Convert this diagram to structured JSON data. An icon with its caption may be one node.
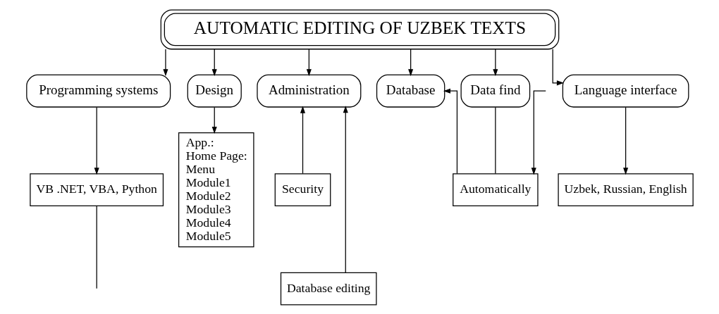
{
  "diagram": {
    "nodes": [
      {
        "text": [
          "AUTOMATIC EDITING OF UZBEK TEXTS"
        ]
      },
      {
        "text": [
          "Programming systems"
        ]
      },
      {
        "text": [
          "Design"
        ]
      },
      {
        "text": [
          "Administration"
        ]
      },
      {
        "text": [
          "Database"
        ]
      },
      {
        "text": [
          "Data find"
        ]
      },
      {
        "text": [
          "Language interface"
        ]
      },
      {
        "text": [
          "VB .NET, VBA, Python"
        ]
      },
      {
        "text": [
          "App.:",
          "Home Page:",
          "Menu",
          "Module1",
          "Module2",
          "Module3",
          "Module4",
          "Module5"
        ]
      },
      {
        "text": [
          "Security"
        ]
      },
      {
        "text": [
          "Database editing"
        ]
      },
      {
        "text": [
          "Automatically"
        ]
      },
      {
        "text": [
          "Uzbek, Russian, English"
        ]
      }
    ],
    "edges": [
      {
        "from": 0,
        "to": 1,
        "arrow": "to"
      },
      {
        "from": 0,
        "to": 2,
        "arrow": "to"
      },
      {
        "from": 0,
        "to": 3,
        "arrow": "to"
      },
      {
        "from": 0,
        "to": 4,
        "arrow": "to"
      },
      {
        "from": 0,
        "to": 5,
        "arrow": "to"
      },
      {
        "from": 0,
        "to": 6,
        "arrow": "to"
      },
      {
        "from": 1,
        "to": 7,
        "arrow": "to"
      },
      {
        "from": 2,
        "to": 8,
        "arrow": "to"
      },
      {
        "from": 6,
        "to": 12,
        "arrow": "to"
      },
      {
        "from": 9,
        "to": 3,
        "arrow": "to"
      },
      {
        "from": 10,
        "to": 3,
        "arrow": "to"
      },
      {
        "from": 11,
        "to": 4,
        "arrow": "to"
      },
      {
        "from": 5,
        "to": 11,
        "arrow": "none"
      },
      {
        "from": null,
        "to": 11,
        "arrow": "to"
      },
      {
        "from": 7,
        "to": null,
        "arrow": "none"
      }
    ]
  }
}
